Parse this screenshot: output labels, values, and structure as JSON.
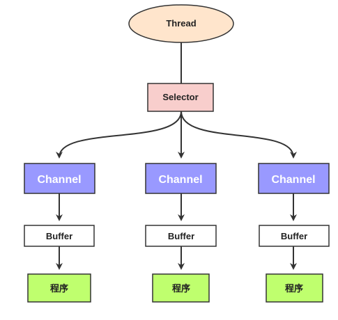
{
  "diagram": {
    "thread": {
      "label": "Thread",
      "fill": "#FFE5CC"
    },
    "selector": {
      "label": "Selector",
      "fill": "#F8CECC"
    },
    "columns": [
      {
        "channel": "Channel",
        "buffer": "Buffer",
        "program": "程序"
      },
      {
        "channel": "Channel",
        "buffer": "Buffer",
        "program": "程序"
      },
      {
        "channel": "Channel",
        "buffer": "Buffer",
        "program": "程序"
      }
    ],
    "colors": {
      "channel": "#9999FF",
      "buffer": "#FFFFFF",
      "program": "#BFFF6E",
      "stroke": "#333333"
    }
  }
}
